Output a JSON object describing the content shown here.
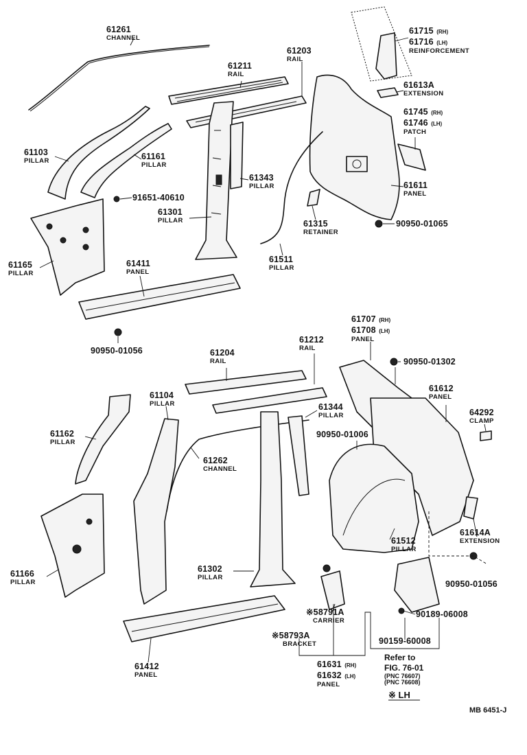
{
  "parts": {
    "p61261": {
      "num": "61261",
      "name": "CHANNEL"
    },
    "p61211": {
      "num": "61211",
      "name": "RAIL"
    },
    "p61203": {
      "num": "61203",
      "name": "RAIL"
    },
    "p61715": {
      "num1": "61715",
      "side1": "(RH)",
      "num2": "61716",
      "side2": "(LH)",
      "name": "REINFORCEMENT"
    },
    "p61613a": {
      "num": "61613A",
      "name": "EXTENSION"
    },
    "p61745": {
      "num1": "61745",
      "side1": "(RH)",
      "num2": "61746",
      "side2": "(LH)",
      "name": "PATCH"
    },
    "p61103": {
      "num": "61103",
      "name": "PILLAR"
    },
    "p61161": {
      "num": "61161",
      "name": "PILLAR"
    },
    "p61343": {
      "num": "61343",
      "name": "PILLAR"
    },
    "p61611": {
      "num": "61611",
      "name": "PANEL"
    },
    "b91651": {
      "num": "91651-40610"
    },
    "p61301": {
      "num": "61301",
      "name": "PILLAR"
    },
    "p61315": {
      "num": "61315",
      "name": "RETAINER"
    },
    "b90950_01065": {
      "num": "90950-01065"
    },
    "p61165": {
      "num": "61165",
      "name": "PILLAR"
    },
    "p61411": {
      "num": "61411",
      "name": "PANEL"
    },
    "p61511": {
      "num": "61511",
      "name": "PILLAR"
    },
    "b90950_01056a": {
      "num": "90950-01056"
    },
    "p61707": {
      "num1": "61707",
      "side1": "(RH)",
      "num2": "61708",
      "side2": "(LH)",
      "name": "PANEL"
    },
    "p61204": {
      "num": "61204",
      "name": "RAIL"
    },
    "p61212": {
      "num": "61212",
      "name": "RAIL"
    },
    "b90950_01302": {
      "num": "90950-01302"
    },
    "p61104": {
      "num": "61104",
      "name": "PILLAR"
    },
    "p61612": {
      "num": "61612",
      "name": "PANEL"
    },
    "p61162": {
      "num": "61162",
      "name": "PILLAR"
    },
    "p61344": {
      "num": "61344",
      "name": "PILLAR"
    },
    "p64292": {
      "num": "64292",
      "name": "CLAMP"
    },
    "b90950_01006": {
      "num": "90950-01006"
    },
    "p61262": {
      "num": "61262",
      "name": "CHANNEL"
    },
    "p61614a": {
      "num": "61614A",
      "name": "EXTENSION"
    },
    "p61512": {
      "num": "61512",
      "name": "PILLAR"
    },
    "p61166": {
      "num": "61166",
      "name": "PILLAR"
    },
    "p61302": {
      "num": "61302",
      "name": "PILLAR"
    },
    "b90950_01056b": {
      "num": "90950-01056"
    },
    "p58791a": {
      "num": "※58791A",
      "name": "CARRIER"
    },
    "b90189": {
      "num": "90189-06008"
    },
    "p58793a": {
      "num": "※58793A",
      "name": "BRACKET"
    },
    "b90159": {
      "num": "90159-60008"
    },
    "p61412": {
      "num": "61412",
      "name": "PANEL"
    },
    "p61631": {
      "num1": "61631",
      "side1": "(RH)",
      "num2": "61632",
      "side2": "(LH)",
      "name": "PANEL"
    }
  },
  "reference": {
    "line1": "Refer to",
    "line2": "FIG. 76-01",
    "pnc1": "(PNC 76607)",
    "pnc2": "(PNC 76608)"
  },
  "lh_note": "※ LH",
  "diagram_code": "MB  6451-J"
}
